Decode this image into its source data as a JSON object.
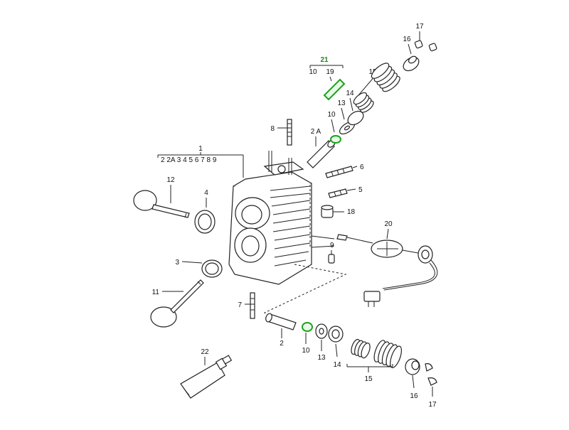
{
  "labels": {
    "n1": "1",
    "group1": "2  2A  3  4  5  6  7  8  9",
    "n2a": "2 A",
    "n2": "2",
    "n3": "3",
    "n4": "4",
    "n5": "5",
    "n6": "6",
    "n7": "7",
    "n8": "8",
    "n9": "9",
    "n10_top": "10",
    "n10_mid": "10",
    "n10_bot": "10",
    "n11": "11",
    "n12": "12",
    "n13_top": "13",
    "n13_bot": "13",
    "n14_top": "14",
    "n14_bot": "14",
    "n15_top": "15",
    "n15_bot": "15",
    "n16_top": "16",
    "n16_bot": "16",
    "n17_top": "17",
    "n17_bot": "17",
    "n18": "18",
    "n19": "19",
    "n20": "20",
    "n21": "21",
    "n22": "22"
  },
  "colors": {
    "highlight": "#1aa31a",
    "ink": "#222222",
    "background": "#ffffff"
  }
}
